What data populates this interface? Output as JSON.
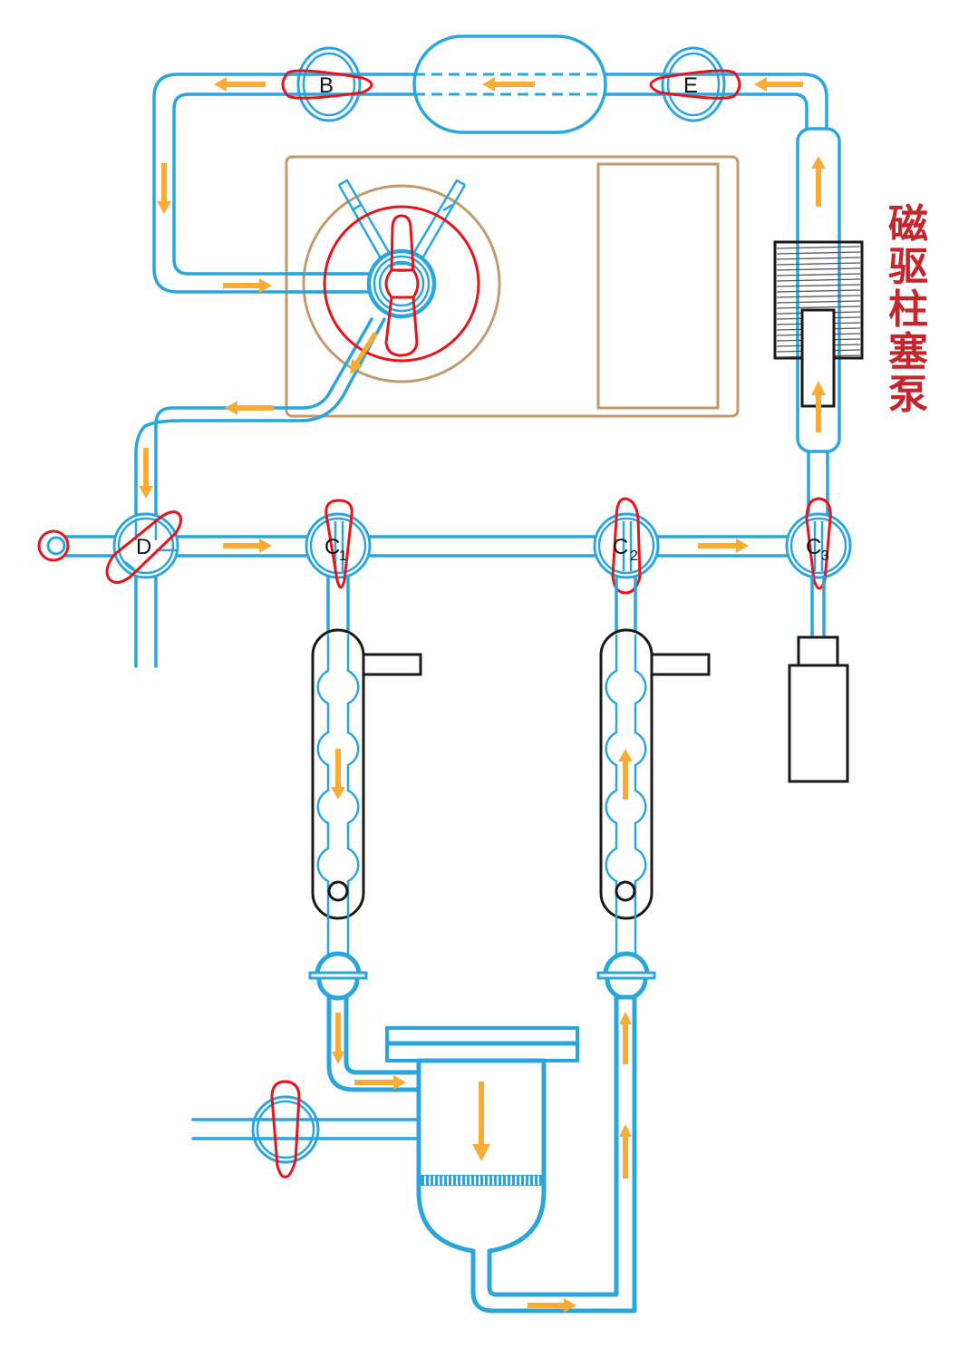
{
  "diagram": {
    "title": "glass circulation apparatus with magnetic piston pump",
    "colors": {
      "glass": "#2ba6dd",
      "stopcock_handle": "#e8141c",
      "instrument_frame": "#c49a6c",
      "flow_arrow": "#f9ac35",
      "pump_label": "#c4262e",
      "outline": "#1a1a1a"
    },
    "pump_label_chars": [
      "磁",
      "驱",
      "柱",
      "塞",
      "泵"
    ],
    "pump_label": "磁驱柱塞泵",
    "valves": {
      "B": {
        "label": "B",
        "sub": ""
      },
      "E": {
        "label": "E",
        "sub": ""
      },
      "D": {
        "label": "D",
        "sub": ""
      },
      "C1": {
        "label": "C",
        "sub": "1"
      },
      "C2": {
        "label": "C",
        "sub": "2"
      },
      "C3": {
        "label": "C",
        "sub": "3"
      }
    },
    "flow": {
      "top_line": "right-to-left",
      "left_loop_down": "down",
      "into_instrument": "right",
      "out_of_instrument": "left",
      "main_manifold": "right",
      "column_1": "down",
      "column_2": "up",
      "pump_tube": "up",
      "reservoir": "down",
      "return_line": "right"
    }
  }
}
